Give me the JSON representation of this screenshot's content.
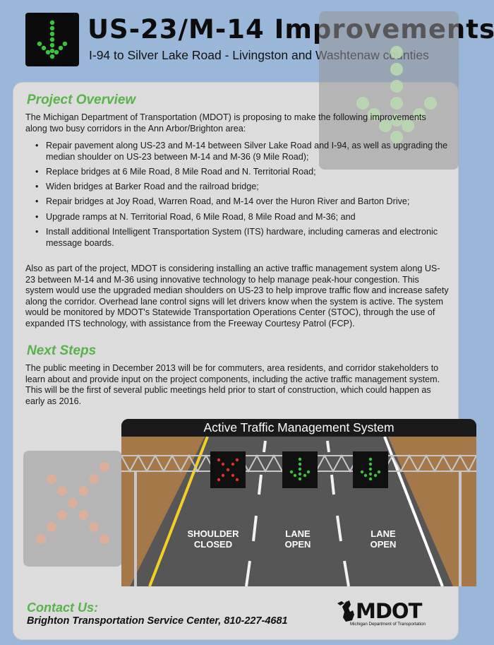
{
  "header": {
    "title": "US-23/M-14 Improvements",
    "subtitle": "I-94 to Silver Lake Road - Livingston and Washtenaw counties",
    "icon": "green-down-arrow-icon"
  },
  "overview": {
    "heading": "Project Overview",
    "intro": "The Michigan Department of Transportation (MDOT) is proposing to make the following improvements along two busy corridors in the Ann Arbor/Brighton area:",
    "bullets": [
      "Repair pavement along US-23 and M-14 between Silver Lake Road and I-94, as well as upgrading the median shoulder on US-23 between M-14 and M-36 (9 Mile Road);",
      "Replace bridges at 6 Mile Road, 8 Mile Road and N. Territorial Road;",
      "Widen bridges at Barker Road and the railroad bridge;",
      "Repair bridges at Joy Road, Warren Road, and M-14 over the Huron River and Barton Drive;",
      "Upgrade ramps at N. Territorial Road, 6 Mile Road, 8 Mile Road and M-36; and",
      "Install additional Intelligent Transportation System (ITS) hardware, including cameras and electronic message boards."
    ],
    "para2": "Also as part of the project, MDOT is considering installing an active traffic management system along US-23 between M-14 and M-36 using innovative technology to help manage peak-hour congestion. This system would use the upgraded median shoulders on US-23 to help improve traffic flow and increase safety along the corridor. Overhead lane control signs will let drivers know when the system is active. The system would be monitored by MDOT's Statewide Transportation Operations Center (STOC), through the use of expanded ITS technology, with assistance from the Freeway Courtesy Patrol (FCP)."
  },
  "next_steps": {
    "heading": "Next Steps",
    "text": "The public meeting in December 2013 will be for commuters, area residents, and corridor stakeholders to learn about and provide input on the project components, including the active traffic management system. This will be the first of several public meetings held prior to start of construction, which could happen as early as 2016."
  },
  "atms": {
    "title": "Active Traffic Management System",
    "lanes": [
      {
        "line1": "SHOULDER",
        "line2": "CLOSED",
        "signal": "red-x-icon"
      },
      {
        "line1": "LANE",
        "line2": "OPEN",
        "signal": "green-down-arrow-icon"
      },
      {
        "line1": "LANE",
        "line2": "OPEN",
        "signal": "green-down-arrow-icon"
      }
    ]
  },
  "contact": {
    "heading": "Contact Us:",
    "line": "Brighton Transportation Service Center, 810-227-4681"
  },
  "logo": {
    "text": "MDOT",
    "sub": "Michigan Department of Transportation"
  },
  "colors": {
    "background": "#9ab6d8",
    "heading_green": "#58b34a",
    "signal_green": "#3bc43b",
    "signal_red": "#e0302a"
  }
}
